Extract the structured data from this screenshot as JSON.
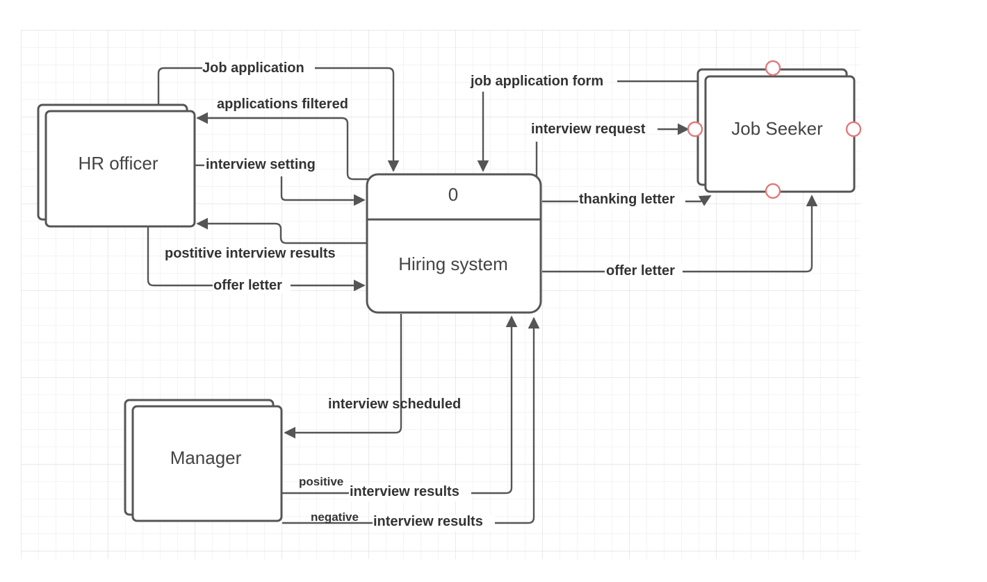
{
  "entities": {
    "hr_officer": "HR officer",
    "job_seeker": "Job Seeker",
    "manager": "Manager"
  },
  "process": {
    "number": "0",
    "name": "Hiring system"
  },
  "flows": {
    "job_application": "Job application",
    "applications_filtered": "applications filtered",
    "interview_setting": "interview setting",
    "positive_interview_results": "postitive interview results",
    "offer_letter_hr": "offer letter",
    "job_application_form": "job application form",
    "interview_request": "interview request",
    "thanking_letter": "thanking letter",
    "offer_letter_seeker": "offer letter",
    "interview_scheduled": "interview scheduled",
    "positive_tag": "positive",
    "interview_results_positive": "interview results",
    "negative_tag": "negative",
    "interview_results_negative": "interview results"
  },
  "colors": {
    "line": "#555555",
    "grid": "#e3e3e3",
    "connector": "#e07a7a"
  }
}
